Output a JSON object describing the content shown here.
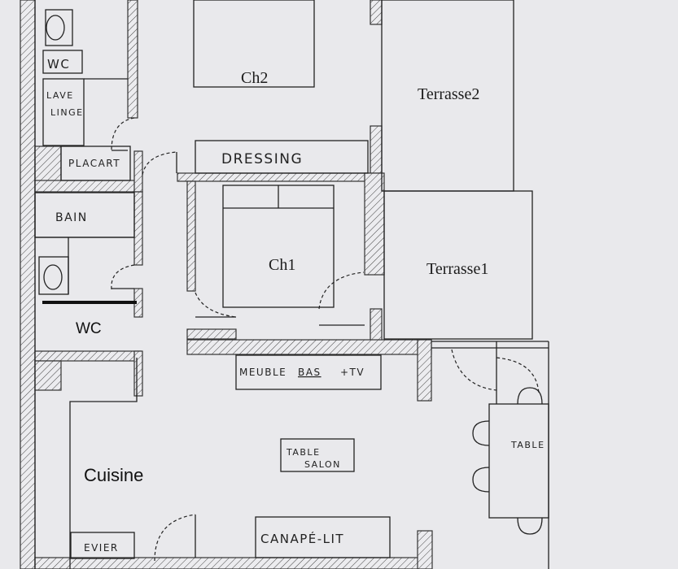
{
  "rooms": {
    "ch2": "Ch2",
    "terrasse2": "Terrasse2",
    "ch1": "Ch1",
    "terrasse1": "Terrasse1",
    "cuisine": "Cuisine",
    "wc_top": "WC",
    "wc_bottom": "WC",
    "bain": "BAIN"
  },
  "furniture": {
    "lave_linge_1": "LAVE",
    "lave_linge_2": "LINGE",
    "placart": "PLACART",
    "dressing": "DRESSING",
    "meuble_1": "MEUBLE",
    "meuble_2": "BAS",
    "meuble_3": "+TV",
    "table_salon_1": "TABLE",
    "table_salon_2": "SALON",
    "table": "TABLE",
    "canape": "CANAPÉ-LIT",
    "evier": "EVIER"
  },
  "colors": {
    "paper": "#e9e9ec",
    "ink": "#222222"
  }
}
